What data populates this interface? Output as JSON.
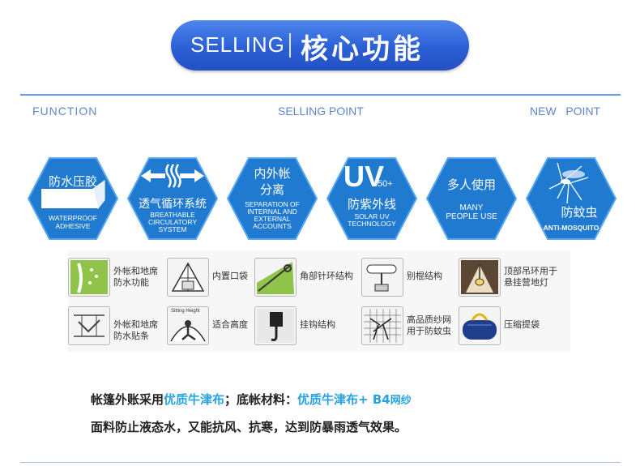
{
  "banner": {
    "en": "SELLING",
    "cn": "核心功能"
  },
  "headers": {
    "left": "FUNCTION",
    "center": "SELLING POINT",
    "right": "NEW   POINT"
  },
  "hexes": [
    {
      "title": "防水压胶",
      "sub1": "WATERPROOF",
      "sub2": "ADHESIVE"
    },
    {
      "title": "透气循环系统",
      "sub1": "BREATHABLE",
      "sub2": "CIRCULATORY",
      "sub3": "SYSTEM"
    },
    {
      "title1": "内外帐",
      "title2": "分离",
      "sub1": "SEPARATION OF",
      "sub2": "INTERNAL AND",
      "sub3": "EXTERNAL",
      "sub4": "ACCOUNTS"
    },
    {
      "uv": "UV",
      "uv_sup": "50+",
      "title": "防紫外线",
      "sub1": "SOLAR UV",
      "sub2": "TECHNOLOGY"
    },
    {
      "title": "多人使用",
      "sub1": "MANY",
      "sub2": "PEOPLE USE"
    },
    {
      "title": "防蚊虫",
      "sub1": "ANTI-MOSQUITO"
    }
  ],
  "features": [
    {
      "l1": "外帐和地席",
      "l2": "防水功能",
      "icon": "waterproof-fabric-icon"
    },
    {
      "l1": "内置口袋",
      "icon": "tent-pocket-icon"
    },
    {
      "l1": "角部针环结构",
      "icon": "corner-ring-icon"
    },
    {
      "l1": "别棍结构",
      "icon": "pole-clip-icon"
    },
    {
      "l1": "顶部吊环用于",
      "l2": "悬挂营地灯",
      "icon": "top-hook-lamp-icon"
    },
    {
      "l1": "外帐和地席",
      "l2": "防水贴条",
      "icon": "seam-tape-icon"
    },
    {
      "l1": "适合高度",
      "icon": "sitting-height-icon",
      "icon_text": "Sitting Height"
    },
    {
      "l1": "挂钩结构",
      "icon": "hook-structure-icon"
    },
    {
      "l1": "高品质纱网",
      "l2": "用于防蚊虫",
      "icon": "mosquito-net-icon"
    },
    {
      "l1": "压缩提袋",
      "icon": "carry-bag-icon"
    }
  ],
  "desc": {
    "line1_a": "帐篷外账采用",
    "line1_b": "优质牛津布",
    "line1_c": "；底帐材料：",
    "line1_d": "优质牛津布+ B4",
    "line1_e": "网纱",
    "line2": "面料防止液态水，又能抗风、抗寒，达到防暴雨透气效果。"
  },
  "colors": {
    "hex_fill": "#1f7ad0",
    "hex_edge": "#5aa8ee",
    "banner": "#2b5fd6",
    "accent": "#29a3e0",
    "rule": "#6e9be0"
  }
}
